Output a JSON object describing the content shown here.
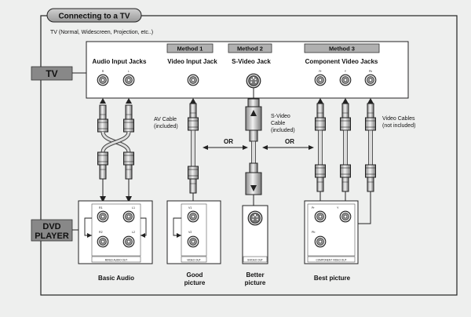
{
  "title": "Connecting to a TV",
  "subtitle": "TV (Normal, Widescreen, Projection, etc..)",
  "methods": [
    "Method 1",
    "Method 2",
    "Method 3"
  ],
  "tv_label": "TV",
  "dvd_label_line1": "DVD",
  "dvd_label_line2": "PLAYER",
  "jack_groups": {
    "audio": "Audio Input Jacks",
    "video": "Video Input Jack",
    "svideo": "S-Video Jack",
    "component": "Component Video Jacks"
  },
  "tv_jack_labels": [
    "R",
    "L",
    "Pr",
    "Y",
    "Pb"
  ],
  "cables": {
    "av_line1": "AV Cable",
    "av_line2": "(included)",
    "svideo_line1": "S-Video",
    "svideo_line2": "Cable",
    "svideo_line3": "(included)",
    "video_line1": "Video Cables",
    "video_line2": "(not included)"
  },
  "or_labels": [
    "OR",
    "OR"
  ],
  "dvd_jack_labels": {
    "audio": [
      "R1",
      "L1",
      "R2",
      "L2"
    ],
    "video": [
      "V1",
      "V2"
    ],
    "component": [
      "Pr",
      "Y",
      "Pb"
    ]
  },
  "panel_labels": {
    "audio": "MIXED AUDIO OUT",
    "video": "VIDEO OUT",
    "svideo": "SVIDEO OUT",
    "component": "COMPONENT VIDEO OUT"
  },
  "bottom_captions": {
    "basic_audio": "Basic Audio",
    "good_1": "Good",
    "good_2": "picture",
    "better_1": "Better",
    "better_2": "picture",
    "best": "Best picture"
  }
}
